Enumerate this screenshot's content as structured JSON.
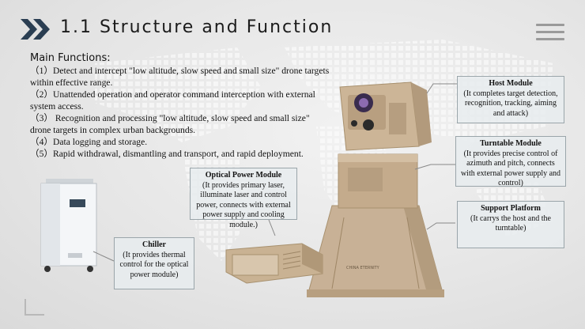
{
  "title": "1.1 Structure and Function",
  "heading": "Main Functions:",
  "functions": [
    "（1）Detect and intercept \"low altitude, slow speed and small size\" drone targets within effective range.",
    "（2）Unattended operation and operator command interception with external system access.",
    "（3） Recognition and processing \"low altitude, slow speed and small size\" drone targets in complex urban backgrounds.",
    "（4）Data logging and storage.",
    "（5）Rapid withdrawal, dismantling and transport, and rapid deployment."
  ],
  "callouts": {
    "host": {
      "title": "Host Module",
      "desc": "(It completes target detection, recognition, tracking, aiming and attack)"
    },
    "turntable": {
      "title": "Turntable Module",
      "desc": "(It provides precise control of azimuth and pitch, connects with external power supply and control)"
    },
    "support": {
      "title": "Support Platform",
      "desc": "(It carrys the host and the turntable)"
    },
    "optical": {
      "title": "Optical Power Module",
      "desc": "(It provides primary laser, illuminate laser and control power, connects with external power supply and cooling module.)"
    },
    "chiller": {
      "title": "Chiller",
      "desc": "(It provides thermal control for the optical power module)"
    }
  },
  "colors": {
    "tan": "#c8b196",
    "tan_dark": "#a8916f",
    "callout_border": "#9aa5aa",
    "chevron": "#2a3e52"
  }
}
